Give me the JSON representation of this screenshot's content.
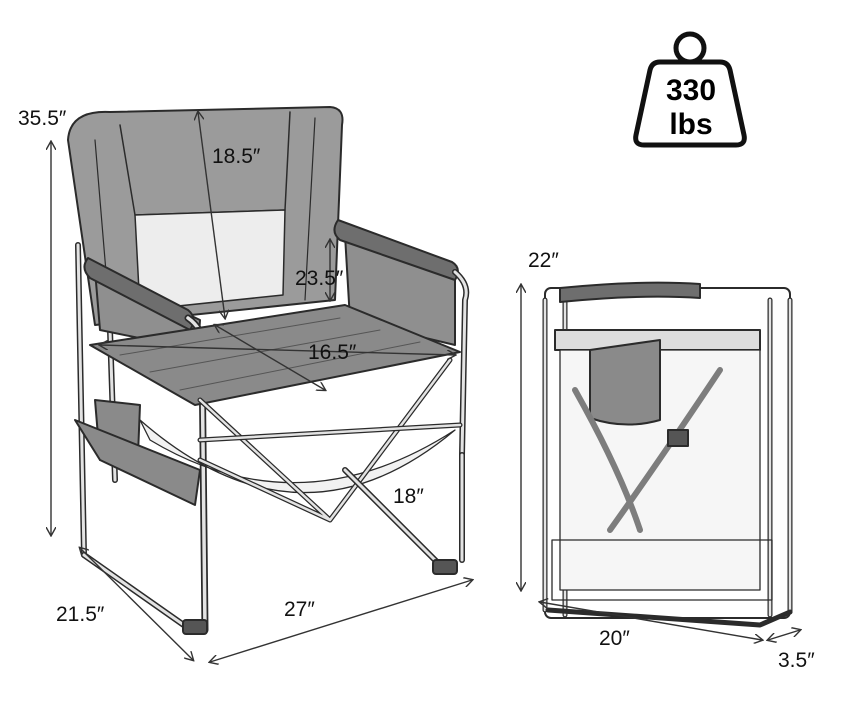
{
  "weight_badge": {
    "value": "330",
    "unit": "lbs"
  },
  "dimensions": {
    "height_total": "35.5″",
    "backrest_height": "18.5″",
    "seat_width": "23.5″",
    "seat_depth": "16.5″",
    "seat_height": "18″",
    "depth": "21.5″",
    "width": "27″",
    "folded_height": "22″",
    "folded_width": "20″",
    "folded_thickness": "3.5″"
  },
  "colors": {
    "line": "#2b2b2b",
    "fabric": "#9b9b9b",
    "fabric_dark": "#7d7d7d",
    "frame": "#d9d9d9"
  }
}
